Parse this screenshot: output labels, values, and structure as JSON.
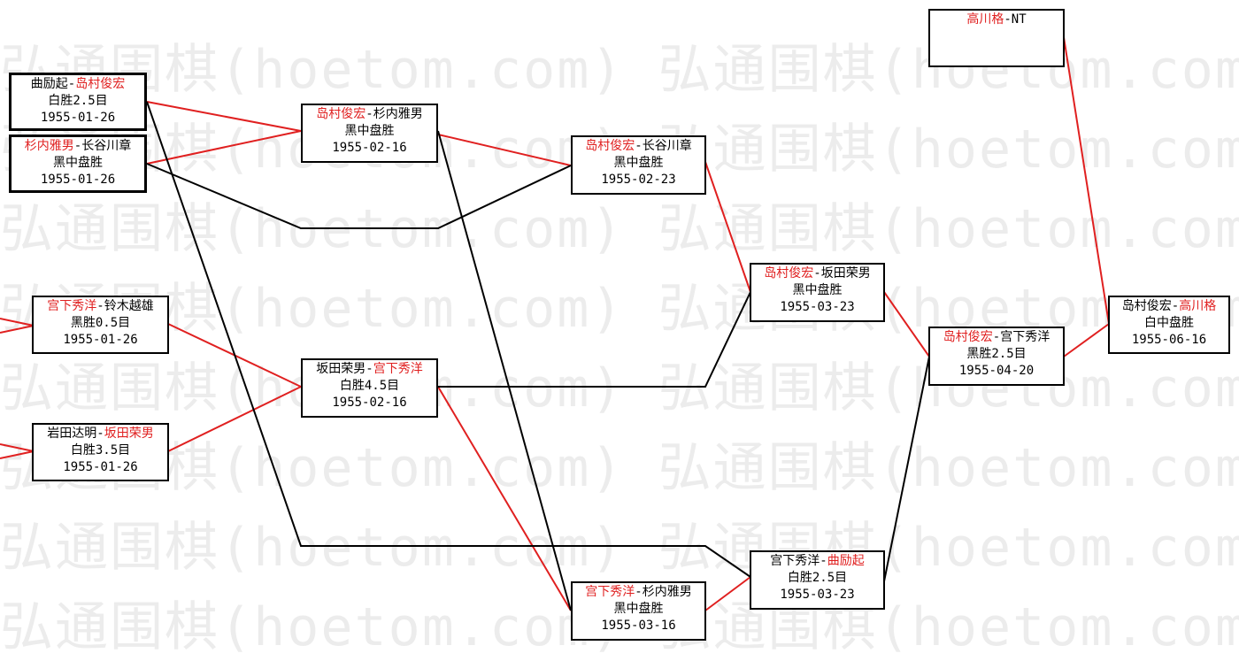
{
  "watermark_text": "弘通围棋(hoetom.com) 弘通围棋(hoetom.com) 弘通围棋(hoetom.com)",
  "colors": {
    "winner": "#e02020",
    "loser": "#000000"
  },
  "matches": [
    {
      "id": "m1",
      "p1": "曲励起",
      "p2": "岛村俊宏",
      "winner": 2,
      "result": "白胜2.5目",
      "date": "1955-01-26"
    },
    {
      "id": "m2",
      "p1": "杉内雅男",
      "p2": "长谷川章",
      "winner": 1,
      "result": "黑中盘胜",
      "date": "1955-01-26"
    },
    {
      "id": "m3",
      "p1": "宫下秀洋",
      "p2": "铃木越雄",
      "winner": 1,
      "result": "黑胜0.5目",
      "date": "1955-01-26"
    },
    {
      "id": "m4",
      "p1": "岩田达明",
      "p2": "坂田荣男",
      "winner": 2,
      "result": "白胜3.5目",
      "date": "1955-01-26"
    },
    {
      "id": "m5",
      "p1": "岛村俊宏",
      "p2": "杉内雅男",
      "winner": 1,
      "result": "黑中盘胜",
      "date": "1955-02-16"
    },
    {
      "id": "m6",
      "p1": "坂田荣男",
      "p2": "宫下秀洋",
      "winner": 2,
      "result": "白胜4.5目",
      "date": "1955-02-16"
    },
    {
      "id": "m7",
      "p1": "岛村俊宏",
      "p2": "长谷川章",
      "winner": 1,
      "result": "黑中盘胜",
      "date": "1955-02-23"
    },
    {
      "id": "m8",
      "p1": "宫下秀洋",
      "p2": "杉内雅男",
      "winner": 1,
      "result": "黑中盘胜",
      "date": "1955-03-16"
    },
    {
      "id": "m9",
      "p1": "岛村俊宏",
      "p2": "坂田荣男",
      "winner": 1,
      "result": "黑中盘胜",
      "date": "1955-03-23"
    },
    {
      "id": "m10",
      "p1": "宫下秀洋",
      "p2": "曲励起",
      "winner": 2,
      "result": "白胜2.5目",
      "date": "1955-03-23"
    },
    {
      "id": "m11",
      "p1": "岛村俊宏",
      "p2": "宫下秀洋",
      "winner": 1,
      "result": "黑胜2.5目",
      "date": "1955-04-20"
    },
    {
      "id": "m12",
      "p1": "高川格",
      "p2": "NT",
      "winner": 1,
      "result": "",
      "date": ""
    },
    {
      "id": "m13",
      "p1": "岛村俊宏",
      "p2": "高川格",
      "winner": 2,
      "result": "白中盘胜",
      "date": "1955-06-16"
    }
  ]
}
